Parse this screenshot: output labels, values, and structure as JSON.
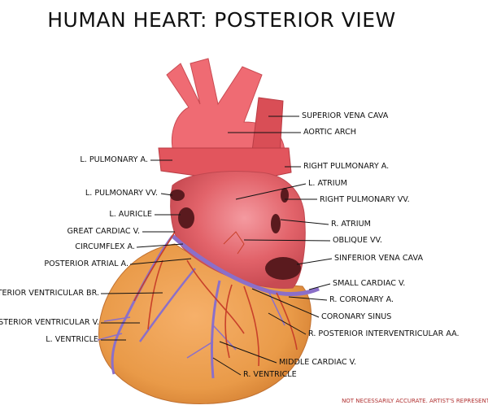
{
  "title": "HUMAN HEART: POSTERIOR VIEW",
  "labels_left": [
    "L. PULMONARY A.",
    "L. PULMONARY VV.",
    "L. AURICLE",
    "GREAT CARDIAC V.",
    "CIRCUMFLEX A.",
    "POSTERIOR ATRIAL A.",
    "TERIOR VENTRICULAR BR.",
    "STERIOR VENTRICULAR V.",
    "L. VENTRICLE"
  ],
  "labels_right": [
    "SUPERIOR VENA CAVA",
    "AORTIC ARCH",
    "RIGHT PULMONARY A.",
    "L. ATRIUM",
    "RIGHT PULMONARY VV.",
    "R. ATRIUM",
    "OBLIQUE VV.",
    "SINFERIOR VENA CAVA",
    "SMALL CARDIAC V.",
    "R. CORONARY A.",
    "CORONARY SINUS",
    "R. POSTERIOR INTERVENTRICULAR AA.",
    "MIDDLE CARDIAC V.",
    "R. VENTRICLE"
  ],
  "disclaimer": "NOT NECESSARILY ACCURATE. ARTIST'S REPRESENT",
  "colors": {
    "atria": "#e0565e",
    "vessels": "#ef6b73",
    "ventricles": "#f0a050",
    "veins": "#8b6fc9",
    "arteries": "#c8402a"
  }
}
